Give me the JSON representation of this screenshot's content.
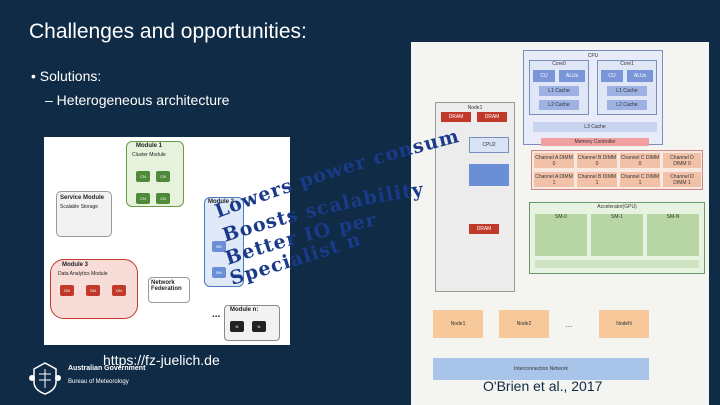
{
  "slide": {
    "title": "Challenges and opportunities:",
    "bullet_1": "• Solutions:",
    "bullet_2": "– Heterogeneous architecture",
    "url": "https://fz-juelich.de",
    "citation": "O'Brien et al., 2017"
  },
  "overlay_phrases": [
    "Lowers power consumption",
    "Boosts scalability",
    "Better IO performance",
    "Specialist nodes"
  ],
  "logo": {
    "line1": "Australian Government",
    "line2": "Bureau of Meteorology"
  },
  "modular_diagram": {
    "module1_title": "Module 1",
    "module1_sub": "Cluster Module",
    "module2_title": "Module 2",
    "module3_title": "Module 3",
    "module3_sub": "Data Analytics Module",
    "service_title": "Service Module",
    "service_sub": "Scalable Storage",
    "network_label": "Network Federation",
    "modulen_title": "Module n:",
    "cn": "CN",
    "bn": "BN",
    "dn": "DN",
    "n": "N",
    "ellipsis": "..."
  },
  "arch_diagram": {
    "cpu": "CPU",
    "core0": "Core0",
    "core1": "Core1",
    "alu": "ALUs",
    "cu": "CU",
    "l1": "L1 Cache",
    "l2": "L2 Cache",
    "l3": "L3 Cache",
    "memory_controller": "Memory Controller",
    "node1": "Node1",
    "node2": "Node2",
    "nodeN": "NodeN",
    "dram": "DRAM",
    "cpu2": "CPU2",
    "accelerator": "Accelerator(GPU)",
    "sm0": "SM-0",
    "sm1": "SM-1",
    "smn": "SM-N",
    "interconnect": "Interconnection Network",
    "channels": [
      "Channel A DIMM 0",
      "Channel B DIMM 0",
      "Channel C DIMM 0",
      "Channel D DIMM 0",
      "Channel A DIMM 1",
      "Channel B DIMM 1",
      "Channel C DIMM 1",
      "Channel D DIMM 1"
    ],
    "ellipsis": "..."
  },
  "colors": {
    "background": "#0f2b45",
    "overlay_text": "#1a3a8a",
    "orange_node": "#f6c89a"
  }
}
